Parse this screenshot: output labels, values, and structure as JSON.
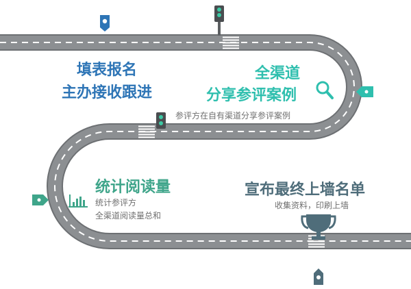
{
  "colors": {
    "road": "#8c8f92",
    "road_edge": "#6d7073",
    "lane": "#ffffff",
    "blue": "#2e75b6",
    "teal": "#2fbfae",
    "green": "#3fa58a",
    "slate": "#4f6d7a",
    "gray_text": "#6f6f6f"
  },
  "stage1": {
    "line1": "填表报名",
    "line2": "主办接收跟进"
  },
  "stage2": {
    "line1": "全渠道",
    "line2": "分享参评案例",
    "sub": "参评方在自有渠道分享参评案例"
  },
  "stage3": {
    "title": "统计阅读量",
    "sub1": "统计参评方",
    "sub2": "全渠道阅读量总和"
  },
  "stage4": {
    "title": "宣布最终上墙名单",
    "sub": "收集资料，印刷上墙"
  },
  "icons": [
    "map-pin-icon",
    "traffic-light-icon",
    "search-icon",
    "tag-icon",
    "bar-chart-icon",
    "trophy-icon"
  ]
}
